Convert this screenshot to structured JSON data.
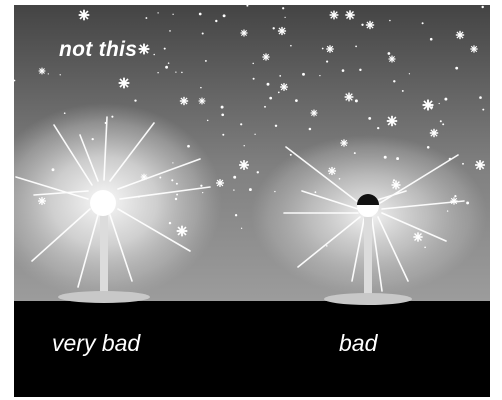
{
  "title_text": "not this",
  "captions": {
    "left": "very bad",
    "right": "bad"
  },
  "colors": {
    "sky_top": "#4a4a4a",
    "sky_bottom": "#9a9a9a",
    "ground": "#000000",
    "light": "#ffffff"
  },
  "elements": {
    "stars": "snowflake-stars",
    "left_lamp": "streetlamp-bright-glare",
    "right_lamp": "streetlamp-shielded-glare"
  }
}
